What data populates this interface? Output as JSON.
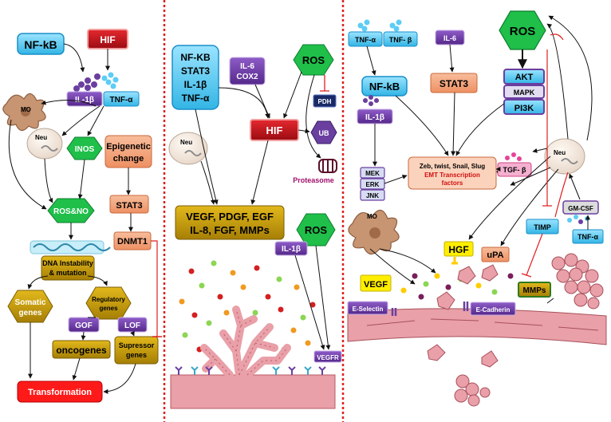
{
  "colors": {
    "blue": "#5ccdf5",
    "blue_border": "#1a8fc9",
    "purple": "#6a3fa0",
    "red": "#c0141b",
    "green": "#1fbf4a",
    "salmon": "#f4a47c",
    "gold": "#c49a0a",
    "yellow": "#ffee00",
    "tissue": "#e9a0a8",
    "divider": "#e02020"
  },
  "left": {
    "nfkb": "NF-kB",
    "hif": "HIF",
    "il1b": "IL-1β",
    "tnfa": "TNF-α",
    "mo": "MO",
    "neu": "Neu",
    "inos": "INOS",
    "ros_no": "ROS&NO",
    "epigenetic": [
      "Epigenetic",
      "change"
    ],
    "stat3": "STAT3",
    "dnmt1": "DNMT1",
    "dna": [
      "DNA Instability",
      "& mutation"
    ],
    "somatic": [
      "Somatic",
      "genes"
    ],
    "regulatory": [
      "Regulatory",
      "genes"
    ],
    "gof": "GOF",
    "lof": "LOF",
    "oncogenes": "oncogenes",
    "supressor": [
      "Supressor",
      "genes"
    ],
    "transformation": "Transformation"
  },
  "middle": {
    "inflam": [
      "NF-KB",
      "STAT3",
      "IL-1β",
      "TNF-α"
    ],
    "il6": [
      "IL-6",
      "COX2"
    ],
    "ros": "ROS",
    "pdh": "PDH",
    "hif": "HIF",
    "ub": "UB",
    "neu": "Neu",
    "proteasome": "Proteasome",
    "growth": [
      "VEGF, PDGF, EGF",
      "IL-8, FGF, MMPs"
    ],
    "ros2": "ROS",
    "il1b": "IL-1β",
    "vegfr": "VEGFR"
  },
  "right": {
    "tnfa": "TNF-α",
    "tnfb": "TNF- β",
    "il6": "IL-6",
    "ros": "ROS",
    "nfkb": "NF-kB",
    "stat3": "STAT3",
    "akt": "AKT",
    "mapk": "MAPK",
    "pi3k": "PI3K",
    "il1b": "IL-1β",
    "mek": "MEK",
    "erk": "ERK",
    "jnk": "JNK",
    "emt": [
      "Zeb, twist, Snail, Slug",
      "EMT Transcription",
      "factors"
    ],
    "tgfb": "TGF- β",
    "neu": "Neu",
    "mo": "MO",
    "gmcsf": "GM-CSF",
    "timp": "TIMP",
    "tnfa2": "TNF-α",
    "hgf": "HGF",
    "upa": "uPA",
    "vegf": "VEGF",
    "mmps": "MMPs",
    "eselectin": "E-Selectin",
    "ecadherin": "E-Cadherin"
  }
}
